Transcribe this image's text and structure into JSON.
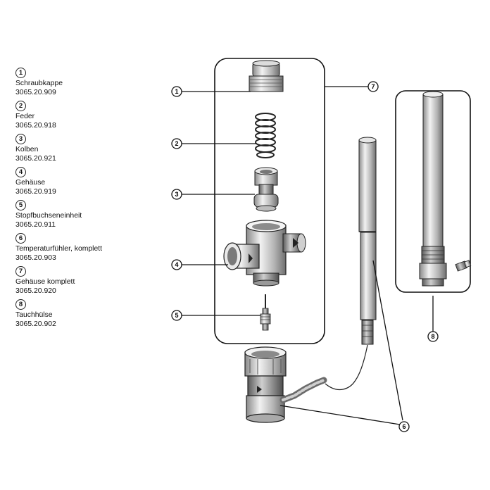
{
  "legend": [
    {
      "num": "1",
      "name": "Schraubkappe",
      "code": "3065.20.909"
    },
    {
      "num": "2",
      "name": "Feder",
      "code": "3065.20.918"
    },
    {
      "num": "3",
      "name": "Kolben",
      "code": "3065.20.921"
    },
    {
      "num": "4",
      "name": "Gehäuse",
      "code": "3065.20.919"
    },
    {
      "num": "5",
      "name": "Stopfbuchseneinheit",
      "code": "3065.20.911"
    },
    {
      "num": "6",
      "name": "Temperaturfühler, komplett",
      "code": "3065.20.903"
    },
    {
      "num": "7",
      "name": "Gehäuse komplett",
      "code": "3065.20.920"
    },
    {
      "num": "8",
      "name": "Tauchhülse",
      "code": "3065.20.902"
    }
  ],
  "callouts": {
    "c1": "1",
    "c2": "2",
    "c3": "3",
    "c4": "4",
    "c5": "5",
    "c6": "6",
    "c7": "7",
    "c8": "8"
  }
}
